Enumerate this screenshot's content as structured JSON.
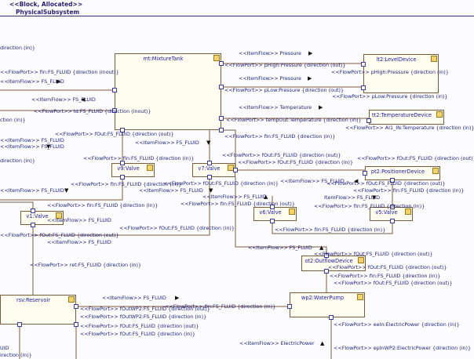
{
  "header": {
    "stereotype": "<<Block, Allocated>>",
    "name": "PhysicalSubsystem"
  },
  "blocks": {
    "mt": "mt:MixtureTank",
    "lt2": "lt2:LevelDevice",
    "tt2": "tt2:TemperatureDevice",
    "v9": "v9:Valve",
    "v7": "v7:Valve",
    "pt2": "pt2:PositionerDevice",
    "v1": "v1:Valve",
    "v6": "v6:Valve",
    "v5": "v5:Valve",
    "ot2": "ot2:OutflowDevice",
    "rsv": "rsv:Reservoir",
    "wp2": "wp2:WaterPump"
  },
  "labels": [
    "direction (in)}",
    "<<FlowPort>> fIn:FS_FLUID {direction (inout)}",
    "<<ItemFlow>> FS_FLUID",
    "<<ItemFlow>> Pressure",
    "<<FlowPort>> pHigh:Pressure {direction (out)}",
    "<<FlowPort>> pHigh:Pressure {direction (in)}",
    "<<ItemFlow>> Pressure",
    "<<FlowPort>> pLow:Pressure {direction (out)}",
    "<<FlowPort>> pLow:Pressure {direction (in)}",
    "<<ItemFlow>> FS_FLUID",
    "<<ItemFlow>> Temperature",
    "<<FlowPort>> Id:FS_FLUID {direction (inout)}",
    "<<FlowPort>> tempOut:Temperature {direction (in)}",
    "<<FlowPort>> AI1_IN:Temperature {direction (in)}",
    "ction (in)}",
    "<<FlowPort>> fOut:FS_FLUID {direction (out)}",
    "<<FlowPort>> fIn:FS_FLUID {direction (in)}",
    "<<ItemFlow>> FS_FLUID",
    "<<ItemFlow>> FS_FLUID",
    "<<ItemFlow>> FS_FLUID",
    "<<FlowPort>> fIn:FS_FLUID {direction (in)}",
    "<<FlowPort>> fOut:FS_FLUID {direction (out)}",
    "<<FlowPort>> fOut:FS_FLUID {direction (in)}",
    "<<FlowPort>> fOut:FS_FLUID {direction (out)}",
    "direction (in)}",
    "<<FlowPort>> fIn:FS_FLUID {direction (in)}",
    "<<FlowPort>> fOut:FS_FLUID {direction (in)}",
    "<<ItemFlow>> FS_FLUID",
    "<<ItemFlow>> FS_FLUID",
    "<<FlowPort>> fOut:FS_FLUID {direction (out)}",
    "<<FlowPort>> fIn:FS_FLUID {direction (in)}",
    "ItemFlow>> FS_FLUID",
    "<<ItemFlow>> FS_FLUID",
    "<<FlowPort>> fIn:FS_FLUID {direction (out)}",
    "<<ItemFlow>> FS_FLUID",
    "<<FlowPort>> fIn:FS_FLUID {direction (in)}",
    "<<ItemFlow>> FS_FLUID",
    "<<FlowPort>> fIn:FS_FLUID {direction (in)}",
    "<<FlowPort>> fOut:FS_FLUID {direction (out)}",
    "<<FlowPort>> fIn:FS_FLUID {direction (in)}",
    "<<FlowPort>> fOut:FS_FLUID {direction (in)}",
    "<<ItemFlow>> FS_FLUID",
    "<<FlowPort>> fOut:FS_FLUID {direction (out)}",
    "<<FlowPort>> fOut:FS_FLUID {direction (out)}",
    "<<FlowPort>> fIn:FS_FLUID {direction (in)}",
    "<<FlowPort>> ret:FS_FLUID {direction (in)}",
    "<<FlowPort>> fOut:FS_FLUID {direction (out)}",
    "<<ItemFlow>> FS_FLUID",
    "<<FlowPort>> fIn:FS_FLUID {direction (in)}",
    "<<FlowPort>> fOutWP2:FS_FLUID {direction (in)}",
    "<<FlowPort>> fOutWP2:FS_FLUID {direction (out)}",
    "<<FlowPort>> fOut:FS_FLUID {direction (out)}",
    "<<ItemFlow>> FS_FLUID",
    "<<FlowPort>> eeIn:ElectricPower {direction (in)}",
    "<<FlowPort>> fOut:FS_FLUID {direction (in)}",
    "<<ItemFlow>> ElectricPower",
    "<<FlowPort>> epInWP2:ElectricPower {direction (in)}",
    "UID",
    "irection (in)}"
  ]
}
